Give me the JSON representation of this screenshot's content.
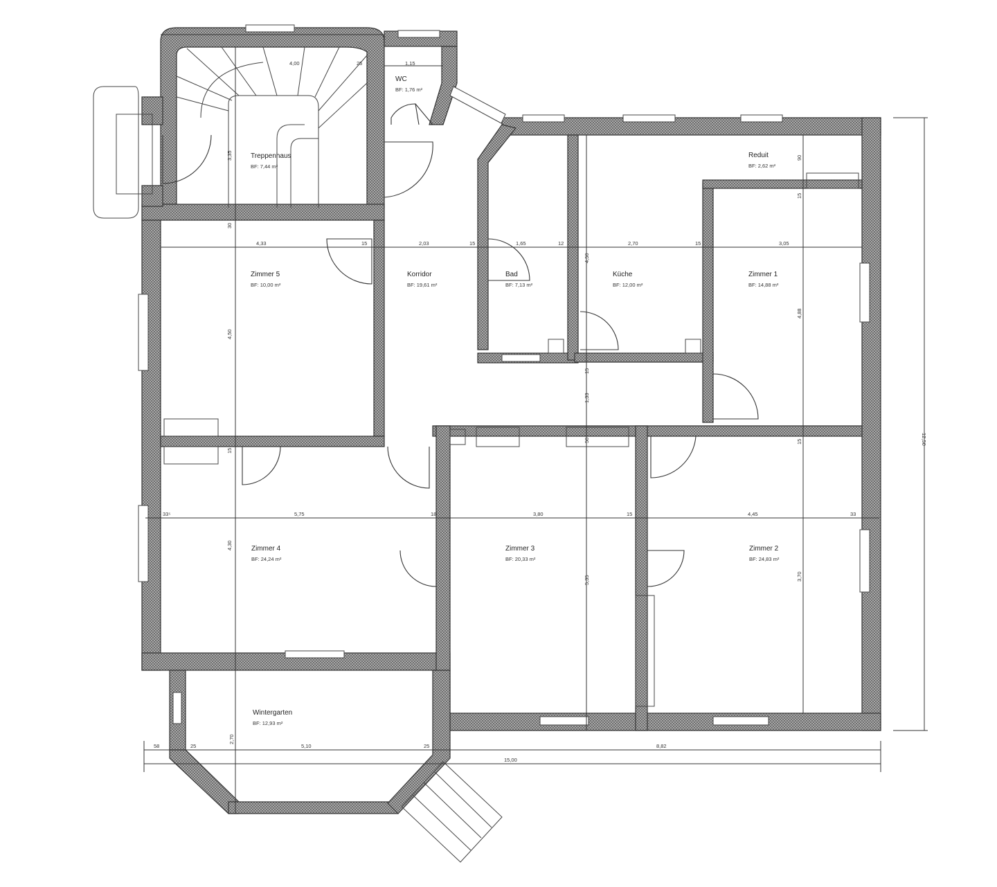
{
  "colors": {
    "wall": "#9a9a9a",
    "line": "#333333",
    "background": "#ffffff"
  },
  "rooms": [
    {
      "id": "treppenhaus",
      "name": "Treppenhaus",
      "area": "BF: 7,44 m²"
    },
    {
      "id": "wc",
      "name": "WC",
      "area": "BF: 1,76 m²"
    },
    {
      "id": "zimmer5",
      "name": "Zimmer 5",
      "area": "BF: 10,00 m²"
    },
    {
      "id": "korridor",
      "name": "Korridor",
      "area": "BF: 19,61 m²"
    },
    {
      "id": "bad",
      "name": "Bad",
      "area": "BF: 7,13 m²"
    },
    {
      "id": "kueche",
      "name": "Küche",
      "area": "BF: 12,00 m²"
    },
    {
      "id": "reduit",
      "name": "Reduit",
      "area": "BF: 2,62 m²"
    },
    {
      "id": "zimmer1",
      "name": "Zimmer 1",
      "area": "BF: 14,88 m²"
    },
    {
      "id": "zimmer4",
      "name": "Zimmer 4",
      "area": "BF: 24,24 m²"
    },
    {
      "id": "zimmer3",
      "name": "Zimmer 3",
      "area": "BF: 20,33 m²"
    },
    {
      "id": "zimmer2",
      "name": "Zimmer 2",
      "area": "BF: 24,83 m²"
    },
    {
      "id": "wintergarten",
      "name": "Wintergarten",
      "area": "BF: 12,93 m²"
    }
  ],
  "dimensions": {
    "top_stair": [
      "4,00",
      "25",
      "1,15"
    ],
    "upper_row": [
      "4,33",
      "15",
      "2,03",
      "15",
      "1,65",
      "12",
      "2,70",
      "15",
      "3,05"
    ],
    "middle_row": [
      "33⁵",
      "5,75",
      "18",
      "3,80",
      "15",
      "4,45",
      "33"
    ],
    "bottom_row": [
      "58",
      "25",
      "5,10",
      "25",
      "8,82"
    ],
    "total_width": "15,00",
    "total_depth": "12,50",
    "vertical": [
      "3,35",
      "30",
      "4,50",
      "4,50",
      "4,88",
      "1,33",
      "50",
      "15",
      "4,30",
      "5,35",
      "3,70",
      "2,70",
      "90",
      "15",
      "15",
      "15"
    ]
  }
}
